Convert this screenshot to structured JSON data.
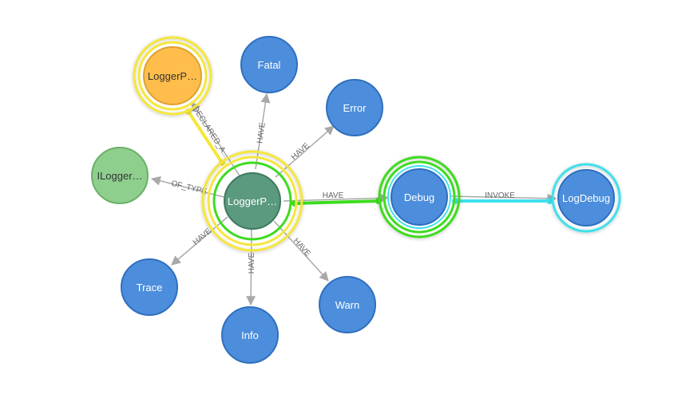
{
  "nodes": [
    {
      "id": "center",
      "label": "LoggerP…",
      "fill": "#5b9a7f",
      "stroke": "#3e7a5f"
    },
    {
      "id": "loggerp_top",
      "label": "LoggerP…",
      "fill": "#ffbe4b",
      "stroke": "#e0a030"
    },
    {
      "id": "ilogger",
      "label": "ILogger…",
      "fill": "#8ecf8e",
      "stroke": "#6ab06a"
    },
    {
      "id": "fatal",
      "label": "Fatal",
      "fill": "#4c8edc",
      "stroke": "#2f6fbf"
    },
    {
      "id": "error",
      "label": "Error",
      "fill": "#4c8edc",
      "stroke": "#2f6fbf"
    },
    {
      "id": "trace",
      "label": "Trace",
      "fill": "#4c8edc",
      "stroke": "#2f6fbf"
    },
    {
      "id": "info",
      "label": "Info",
      "fill": "#4c8edc",
      "stroke": "#2f6fbf"
    },
    {
      "id": "warn",
      "label": "Warn",
      "fill": "#4c8edc",
      "stroke": "#2f6fbf"
    },
    {
      "id": "debug",
      "label": "Debug",
      "fill": "#4c8edc",
      "stroke": "#2f6fbf"
    },
    {
      "id": "logdebug",
      "label": "LogDebug",
      "fill": "#4c8edc",
      "stroke": "#2f6fbf"
    }
  ],
  "edges": [
    {
      "from": "center",
      "to": "loggerp_top",
      "label": "DECLARED_A…",
      "highlight": "yellow"
    },
    {
      "from": "center",
      "to": "ilogger",
      "label": "OF_TYPE"
    },
    {
      "from": "center",
      "to": "fatal",
      "label": "HAVE"
    },
    {
      "from": "center",
      "to": "error",
      "label": "HAVE"
    },
    {
      "from": "center",
      "to": "trace",
      "label": "HAVE"
    },
    {
      "from": "center",
      "to": "info",
      "label": "HAVE"
    },
    {
      "from": "center",
      "to": "warn",
      "label": "HAVE"
    },
    {
      "from": "center",
      "to": "debug",
      "label": "HAVE",
      "highlight": "green"
    },
    {
      "from": "debug",
      "to": "logdebug",
      "label": "INVOKE",
      "highlight": "cyan"
    }
  ],
  "colors": {
    "edge": "#a9a9a9",
    "yellow": "#f5e63c",
    "green": "#3ddc1f",
    "cyan": "#3fe0ec"
  }
}
